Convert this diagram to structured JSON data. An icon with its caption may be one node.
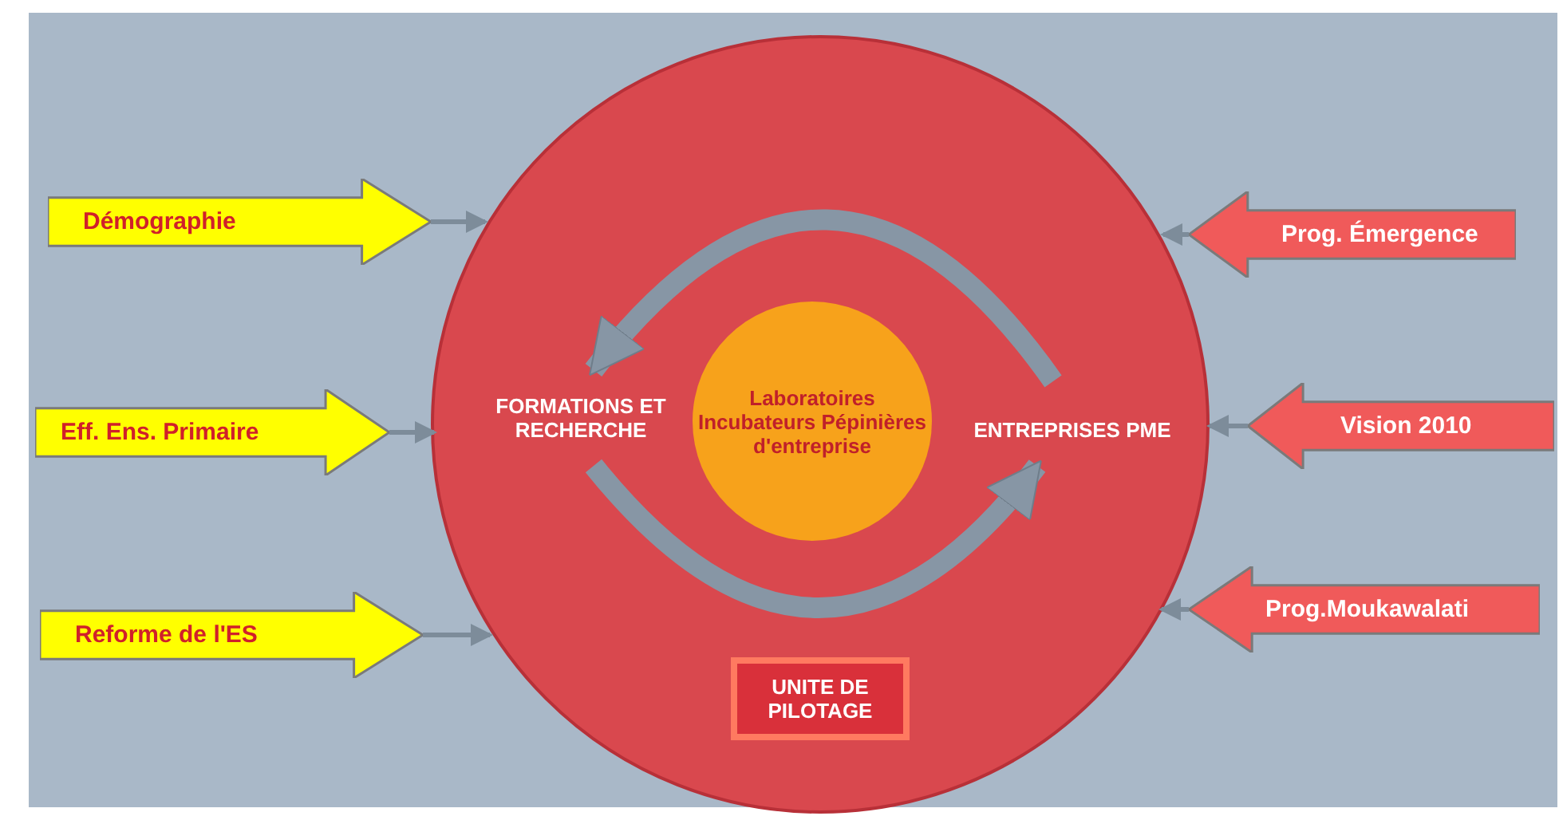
{
  "diagram": {
    "nodes": [
      {
        "text": [],
        "shape": "circle"
      },
      {
        "text": [
          "Démographie"
        ]
      },
      {
        "text": [
          "Eff. Ens. Primaire"
        ]
      },
      {
        "text": [
          "Reforme de l'ES"
        ]
      },
      {
        "text": [
          "Prog. Émergence"
        ]
      },
      {
        "text": [
          "Vision 2010"
        ]
      },
      {
        "text": [
          "Prog.Moukawalati"
        ]
      },
      {
        "text": [
          "FORMATIONS ET RECHERCHE"
        ],
        "in": 0
      },
      {
        "text": [
          "Laboratoires Incubateurs Pépinières d'entreprise"
        ],
        "in": 0
      },
      {
        "text": [
          "ENTREPRISES PME"
        ],
        "in": 0
      },
      {
        "text": [
          "UNITE DE PILOTAGE"
        ],
        "in": 0
      }
    ],
    "edges": [
      {
        "from": 1,
        "to": 0,
        "arrow": "to"
      },
      {
        "from": 2,
        "to": 0,
        "arrow": "to"
      },
      {
        "from": 3,
        "to": 0,
        "arrow": "to"
      },
      {
        "from": 4,
        "to": 0,
        "arrow": "to"
      },
      {
        "from": 5,
        "to": 0,
        "arrow": "to"
      },
      {
        "from": 6,
        "to": 0,
        "arrow": "to"
      },
      {
        "from": 9,
        "to": 7,
        "arrow": "to",
        "style": "thick"
      },
      {
        "from": 7,
        "to": 9,
        "arrow": "to",
        "style": "thick"
      }
    ]
  }
}
